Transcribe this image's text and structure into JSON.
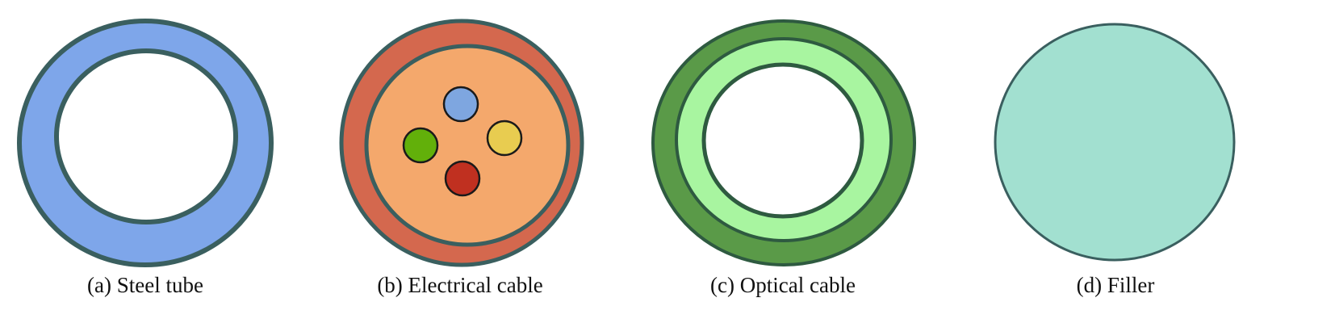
{
  "panels": [
    {
      "id": "a",
      "caption": "(a) Steel tube"
    },
    {
      "id": "b",
      "caption": "(b) Electrical cable"
    },
    {
      "id": "c",
      "caption": "(c) Optical cable"
    },
    {
      "id": "d",
      "caption": "(d) Filler"
    }
  ],
  "colors": {
    "outline": "#3a5f5f",
    "steel": "#7ea6ea",
    "cable_sheath": "#d4684e",
    "cable_core": "#f4a86c",
    "wire_blue": "#7ea6e0",
    "wire_green": "#62b00a",
    "wire_yellow": "#e8cc50",
    "wire_red": "#c03020",
    "optical_outer": "#5a9a48",
    "optical_inner": "#a8f5a0",
    "filler": "#a2e0d0"
  }
}
